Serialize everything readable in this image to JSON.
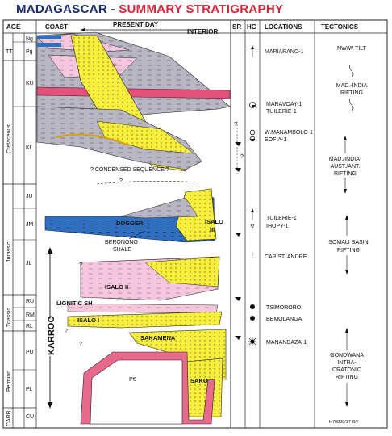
{
  "title": {
    "part1": "MADAGASCAR - ",
    "part2": "SUMMARY STRATIGRAPHY"
  },
  "headers": {
    "age": "AGE",
    "coast": "COAST",
    "present_day": "PRESENT DAY",
    "interior": "INTERIOR",
    "sr": "SR",
    "hc": "HC",
    "locations": "LOCATIONS",
    "tectonics": "TECTONICS"
  },
  "periods": {
    "tertiary": "TT",
    "cretaceous": "Cretaceous",
    "jurassic": "Jurassic",
    "triassic": "Triassic",
    "permian": "Permian",
    "carb": "CARB."
  },
  "epochs": {
    "ng": "Ng",
    "pg": "Pg",
    "ku": "KU",
    "kl": "KL",
    "ju": "JU",
    "jm": "JM",
    "jl": "JL",
    "ru": "RU",
    "rm": "RM",
    "rl": "RL",
    "pu": "PU",
    "pl": "PL",
    "cu": "CU"
  },
  "section": {
    "condensed": "? CONDENSED SEQUENCE ?",
    "dogger": "DOGGER",
    "isalo_iii_1": "ISALO",
    "isalo_iii_2": "III",
    "beronono_1": "BERONONO",
    "beronono_2": "SHALE",
    "isalo_ii": "ISALO II",
    "lignitic": "LIGNITIC SH",
    "isalo_i": "ISALO I",
    "sakamena": "SAKAMENA",
    "karroo": "KARROO",
    "pc": "P€",
    "sakoa": "SAKOA",
    "q1": "?",
    "q2": "?",
    "q3": "?",
    "q4": "?"
  },
  "locations": {
    "mariarano": "MARIARANO-1",
    "maravoay": "MARAVOAY-1",
    "tuilerie1": "TUILERIE-1",
    "wmanambolo": "W.MANAMBOLO-1",
    "sofia": "SOFIA-1",
    "tuilerie2": "TUILERIE-1",
    "ihopy": "IHOPY-1",
    "capstandre": "CAP ST. ANDRE",
    "tsimororo": "TSIMORORO",
    "bemolanga": "BEMOLANGA",
    "manandaza": "MANANDAZA-1"
  },
  "tectonics": {
    "nw_tilt": "NW/W TILT",
    "mad_india_1": "MAD.-INDIA",
    "mad_india_2": "RIFTING",
    "mad_aust_1": "MAD./INDIA-",
    "mad_aust_2": "AUST./ANT.",
    "mad_aust_3": "RIFTING",
    "somali_1": "SOMALI BASIN",
    "somali_2": "RIFTING",
    "gond_1": "GONDWANA",
    "gond_2": "INTRA-",
    "gond_3": "CRATONIC",
    "gond_4": "RIFTING"
  },
  "figure_id": "H76830/17 GV",
  "colors": {
    "navy": "#1c2c6a",
    "red": "#d8263c",
    "yellow": "#f7ef3c",
    "pink": "#f6c6dc",
    "gray": "#b9b6c3",
    "blue": "#2f6fc2",
    "basement": "#e76a8d"
  }
}
